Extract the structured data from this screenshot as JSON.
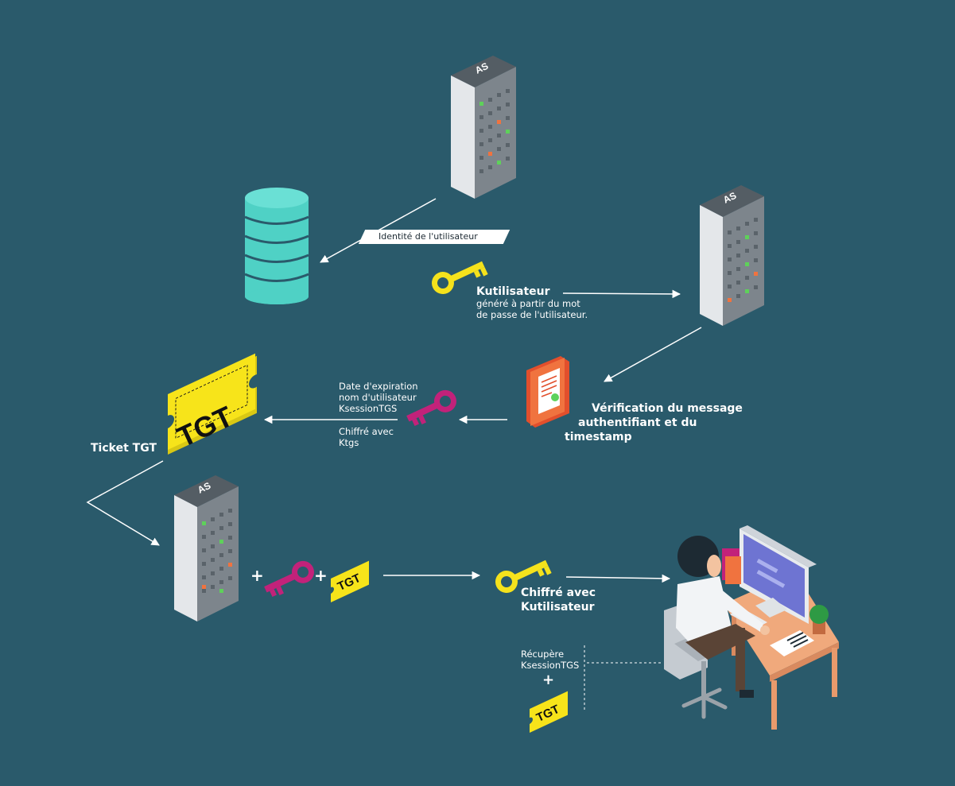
{
  "colors": {
    "background": "#2a5a6b",
    "server_face": "#e4e7ea",
    "server_side": "#7d858c",
    "server_top": "#545d64",
    "database": "#4fd1c5",
    "key_yellow": "#f5e21c",
    "key_magenta": "#c2227a",
    "ticket_yellow": "#f7e41a",
    "certificate_orange": "#f0733f"
  },
  "servers": [
    {
      "id": "as-top",
      "label": "AS"
    },
    {
      "id": "as-right",
      "label": "AS"
    },
    {
      "id": "as-bottom",
      "label": "AS"
    }
  ],
  "labels": {
    "identity": "Identité de l'utilisateur",
    "kutil_title": "Kutilisateur",
    "kutil_desc_1": "généré à partir du mot",
    "kutil_desc_2": "de passe de l'utilisateur.",
    "verification_1": "Vérification du message",
    "verification_2": "authentifiant et du",
    "verification_3": "timestamp",
    "ticket_info_1": "Date d'expiration",
    "ticket_info_2": "nom d'utilisateur",
    "ticket_info_3": "KsessionTGS",
    "encrypted_1": "Chiffré avec",
    "encrypted_2": "Ktgs",
    "ticket_tgt": "Ticket TGT",
    "tgt_big": "TGT",
    "tgt_small": "TGT",
    "tgt_recv": "TGT",
    "plus": "+",
    "chiffre_user_1": "Chiffré avec",
    "chiffre_user_2": "Kutilisateur",
    "recup_1": "Récupère",
    "recup_2": "KsessionTGS",
    "recup_plus": "+"
  }
}
